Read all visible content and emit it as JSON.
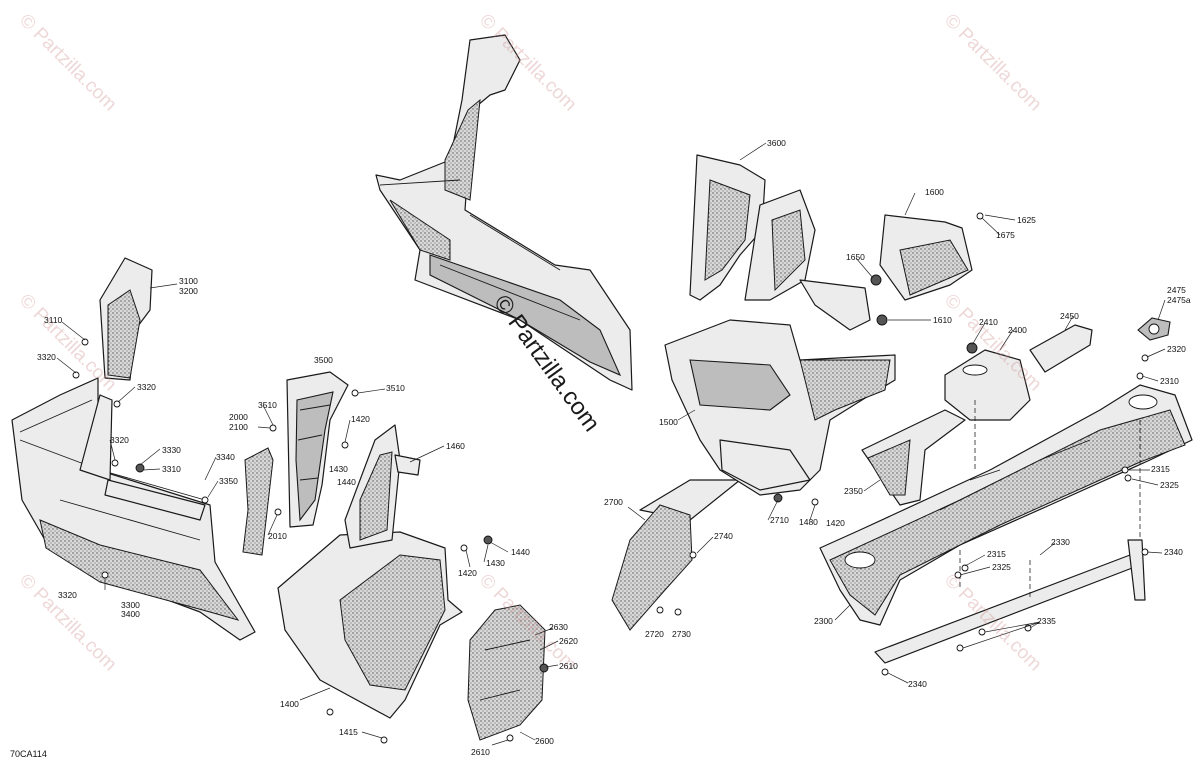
{
  "figure_id": "70CA114",
  "watermark": "© Partzilla.com",
  "center_watermark": "© Partzilla.com",
  "callouts": {
    "c3100": "3100",
    "c3200": "3200",
    "c3110": "3110",
    "c3320a": "3320",
    "c3320b": "3320",
    "c3320c": "3320",
    "c3320d": "3320",
    "c3330": "3330",
    "c3310": "3310",
    "c3340": "3340",
    "c3350": "3350",
    "c3300": "3300",
    "c3400": "3400",
    "c2000": "2000",
    "c2100": "2100",
    "c2010": "2010",
    "c3500": "3500",
    "c3510a": "3510",
    "c3510b": "3510",
    "c1420a": "1420",
    "c1460": "1460",
    "c1430a": "1430",
    "c1440a": "1440",
    "c1440b": "1440",
    "c1430b": "1430",
    "c1420b": "1420",
    "c1400": "1400",
    "c1415": "1415",
    "c2630": "2630",
    "c2620": "2620",
    "c2610a": "2610",
    "c2610b": "2610",
    "c2600": "2600",
    "c2700": "2700",
    "c2740": "2740",
    "c2720": "2720",
    "c2730": "2730",
    "c3600": "3600",
    "c1500": "1500",
    "c2710": "2710",
    "c1480": "1480",
    "c1420c": "1420",
    "c1600": "1600",
    "c1625": "1625",
    "c1675": "1675",
    "c1650": "1650",
    "c1610": "1610",
    "c2410": "2410",
    "c2400": "2400",
    "c2450": "2450",
    "c2475": "2475",
    "c2475a": "2475a",
    "c2320": "2320",
    "c2310": "2310",
    "c2350": "2350",
    "c2315a": "2315",
    "c2325a": "2325",
    "c2330": "2330",
    "c2315b": "2315",
    "c2325b": "2325",
    "c2340a": "2340",
    "c2300": "2300",
    "c2335": "2335",
    "c2340b": "2340"
  }
}
